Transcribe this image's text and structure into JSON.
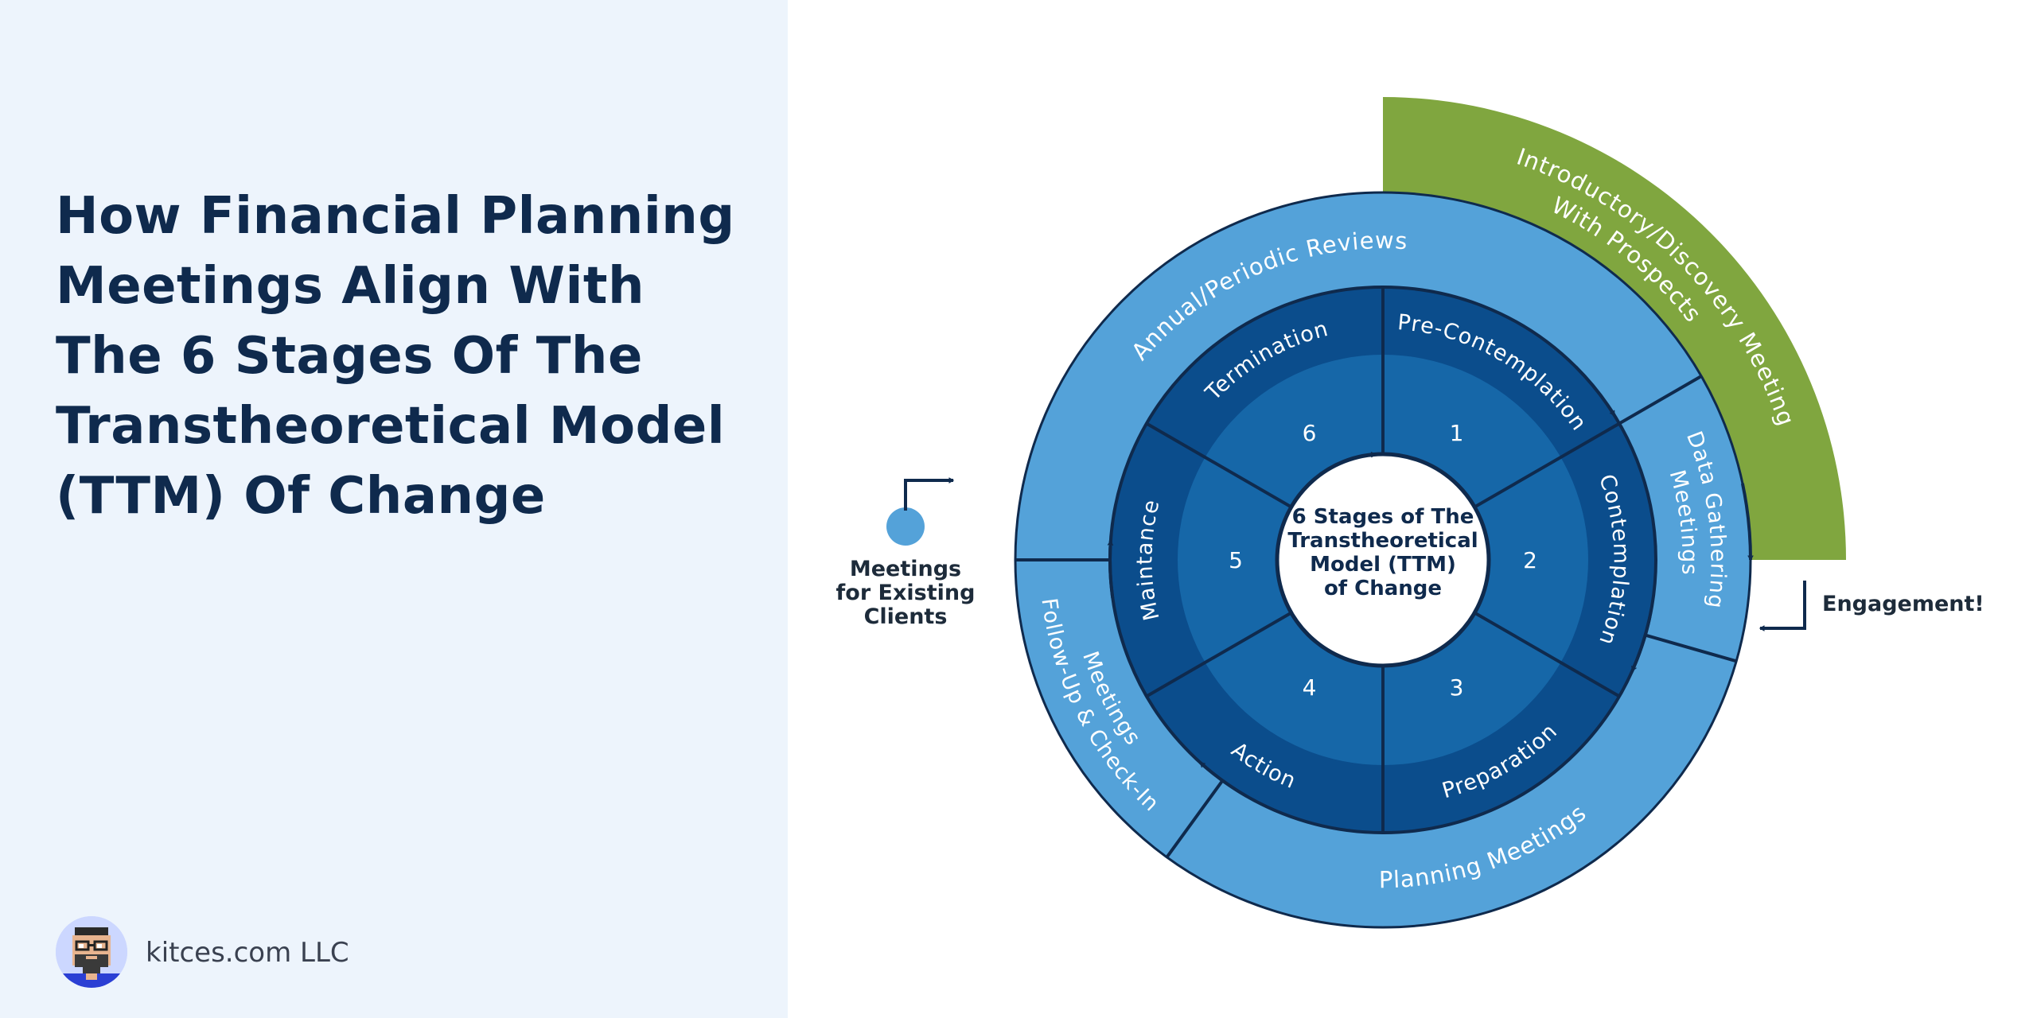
{
  "title_lines": [
    "How Financial Planning",
    "Meetings Align With",
    "The 6 Stages Of The",
    "Transtheoretical Model",
    "(TTM) Of Change"
  ],
  "brand": {
    "name": "kitces.com LLC",
    "logo_icon": "pixel-avatar-icon"
  },
  "center_text": [
    "6 Stages of The",
    "Transtheoretical",
    "Model (TTM)",
    "of Change"
  ],
  "stages": [
    {
      "number": "1",
      "label": "Pre-Contemplation"
    },
    {
      "number": "2",
      "label": "Contemplation"
    },
    {
      "number": "3",
      "label": "Preparation"
    },
    {
      "number": "4",
      "label": "Action"
    },
    {
      "number": "5",
      "label": "Maintance"
    },
    {
      "number": "6",
      "label": "Termination"
    }
  ],
  "meetings": [
    {
      "lines": [
        "Annual/Periodic Reviews"
      ]
    },
    {
      "lines": [
        "Data Gathering",
        "Meetings"
      ]
    },
    {
      "lines": [
        "Planning Meetings"
      ]
    },
    {
      "lines": [
        "Follow-Up & Check-In",
        "Meetings"
      ]
    }
  ],
  "intro_meeting": [
    "Introductory/Discovery Meeting",
    "With Prospects"
  ],
  "existing_clients": [
    "Meetings",
    "for Existing",
    "Clients"
  ],
  "engagement": "Engagement!",
  "colors": {
    "left_background": "#edf4fc",
    "title": "#0f2a4d",
    "outer_ring": "#54a2d9",
    "stage_ring": "#0b4d8c",
    "number_ring": "#1667a8",
    "outline": "#0f2a4d",
    "intro_arc": "#80a63f",
    "center": "#ffffff"
  }
}
